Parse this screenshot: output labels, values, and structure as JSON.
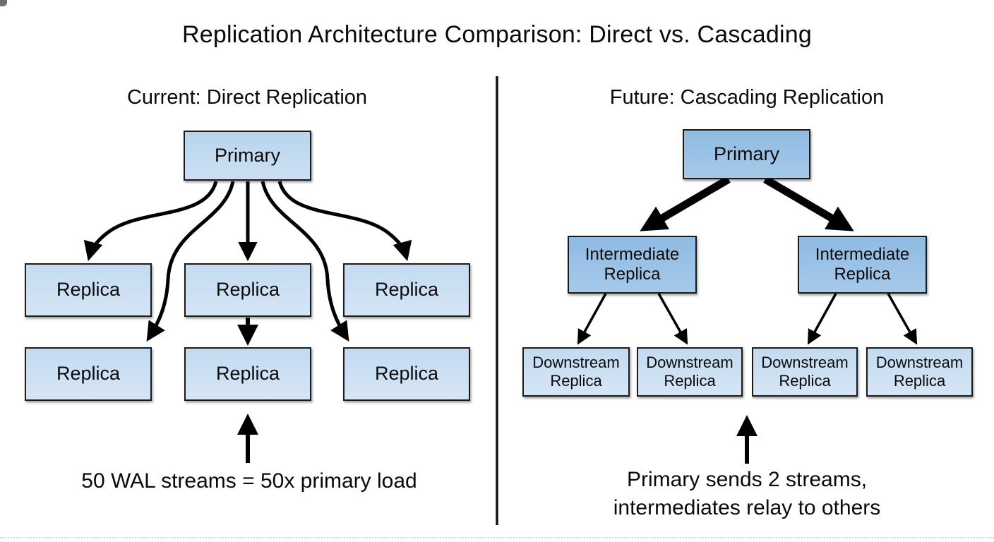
{
  "title": "Replication Architecture Comparison: Direct vs. Cascading",
  "left_panel": {
    "heading": "Current: Direct Replication",
    "primary": "Primary",
    "replicas": [
      "Replica",
      "Replica",
      "Replica",
      "Replica",
      "Replica",
      "Replica"
    ],
    "caption": "50 WAL streams = 50x primary load"
  },
  "right_panel": {
    "heading": "Future: Cascading Replication",
    "primary": "Primary",
    "intermediates": [
      "Intermediate Replica",
      "Intermediate Replica"
    ],
    "downstreams": [
      "Downstream Replica",
      "Downstream Replica",
      "Downstream Replica",
      "Downstream Replica"
    ],
    "caption_lines": [
      "Primary sends 2 streams,",
      "intermediates relay to others"
    ]
  },
  "colors": {
    "background": "#ffffff",
    "box_light_fill": "#cde1f4",
    "box_medium_fill": "#9cc3e6",
    "box_border": "#1b1b1b",
    "arrow": "#000000",
    "text": "#0a0a0a"
  }
}
